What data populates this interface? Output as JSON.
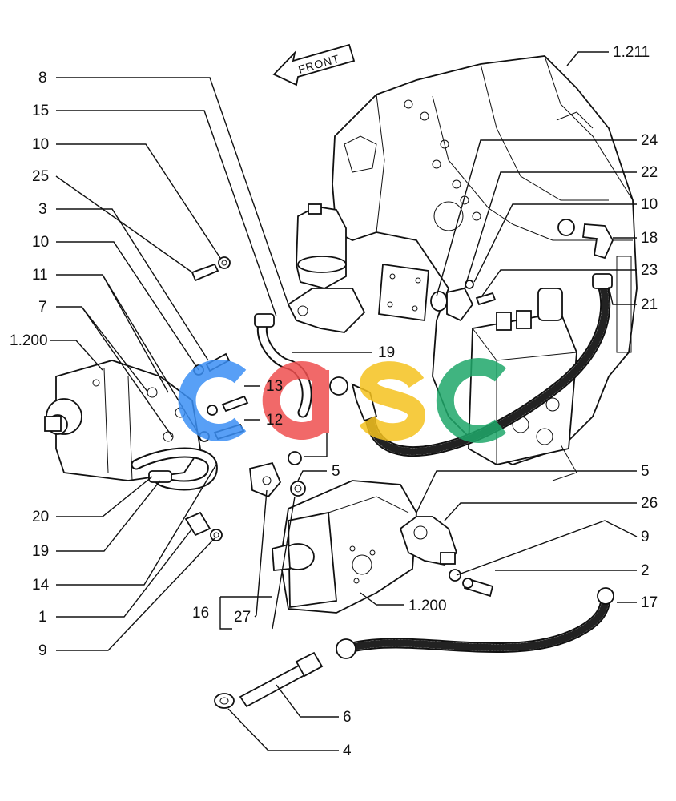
{
  "front_label": "FRONT",
  "watermark": {
    "text": "casc",
    "colors": [
      "#3b8ff5",
      "#ef4f4f",
      "#f5c21f",
      "#1fa86a"
    ]
  },
  "labels": {
    "l_1211": "1.211",
    "l_8": "8",
    "l_15": "15",
    "l_10a": "10",
    "l_25": "25",
    "l_3": "3",
    "l_10b": "10",
    "l_11": "11",
    "l_7": "7",
    "l_1200a": "1.200",
    "l_24": "24",
    "l_22": "22",
    "l_10c": "10",
    "l_18": "18",
    "l_23": "23",
    "l_21": "21",
    "l_19a": "19",
    "l_13": "13",
    "l_12": "12",
    "l_5a": "5",
    "l_5b": "5",
    "l_26": "26",
    "l_9a": "9",
    "l_2": "2",
    "l_17": "17",
    "l_20": "20",
    "l_19b": "19",
    "l_14": "14",
    "l_1": "1",
    "l_9b": "9",
    "l_16": "16",
    "l_27": "27",
    "l_1200b": "1.200",
    "l_6": "6",
    "l_4": "4"
  }
}
